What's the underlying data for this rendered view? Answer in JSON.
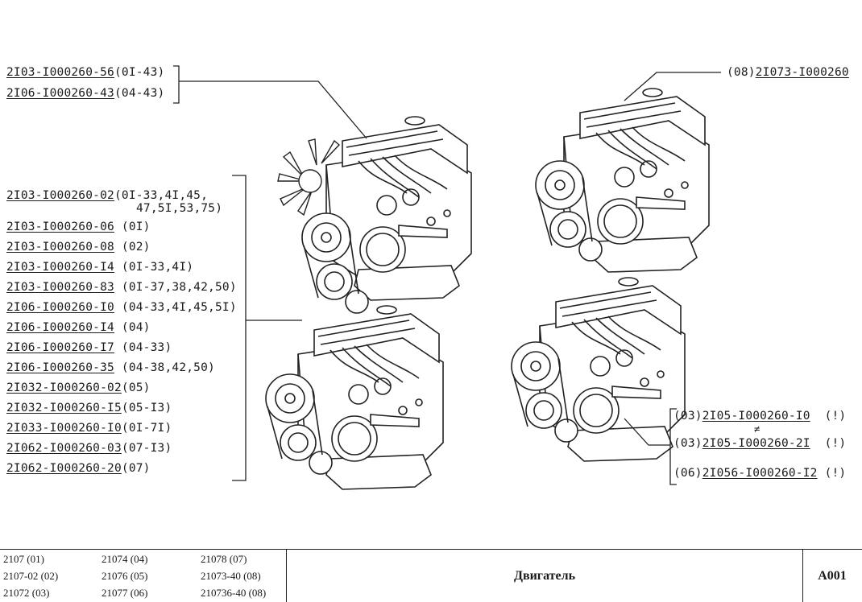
{
  "callouts": {
    "top_left": [
      {
        "part": "2I03-I000260-56",
        "note": "(0I-43)"
      },
      {
        "part": "2I06-I000260-43",
        "note": "(04-43)"
      }
    ],
    "top_right": {
      "prefix": "(08)",
      "part": "2I073-I000260"
    },
    "left_group": [
      {
        "part": "2I03-I000260-02",
        "note": "(0I-33,4I,45,",
        "note2": "47,5I,53,75)"
      },
      {
        "part": "2I03-I000260-06",
        "note": " (0I)"
      },
      {
        "part": "2I03-I000260-08",
        "note": " (02)"
      },
      {
        "part": "2I03-I000260-I4",
        "note": " (0I-33,4I)"
      },
      {
        "part": "2I03-I000260-83",
        "note": " (0I-37,38,42,50)"
      },
      {
        "part": "2I06-I000260-I0",
        "note": " (04-33,4I,45,5I)"
      },
      {
        "part": "2I06-I000260-I4",
        "note": " (04)"
      },
      {
        "part": "2I06-I000260-I7",
        "note": " (04-33)"
      },
      {
        "part": "2I06-I000260-35",
        "note": " (04-38,42,50)"
      },
      {
        "part": "2I032-I000260-02",
        "note": "(05)"
      },
      {
        "part": "2I032-I000260-I5",
        "note": "(05-I3)"
      },
      {
        "part": "2I033-I000260-I0",
        "note": "(0I-7I)"
      },
      {
        "part": "2I062-I000260-03",
        "note": "(07-I3)"
      },
      {
        "part": "2I062-I000260-20",
        "note": "(07)"
      }
    ],
    "bottom_right": [
      {
        "prefix": "(03)",
        "part": "2I05-I000260-I0",
        "note": "(!)"
      },
      {
        "prefix": "(03)",
        "part": "2I05-I000260-2I",
        "note": "(!)"
      },
      {
        "prefix": "(06)",
        "part": "2I056-I000260-I2",
        "note": "(!)"
      }
    ],
    "not_equal_sign": "≠"
  },
  "footer": {
    "models": [
      [
        "2107 (01)",
        "2107-02 (02)",
        "21072 (03)"
      ],
      [
        "21074 (04)",
        "21076 (05)",
        "21077 (06)"
      ],
      [
        "21078 (07)",
        "21073-40 (08)",
        "210736-40 (08)"
      ]
    ],
    "title": "Двигатель",
    "code": "A001"
  }
}
